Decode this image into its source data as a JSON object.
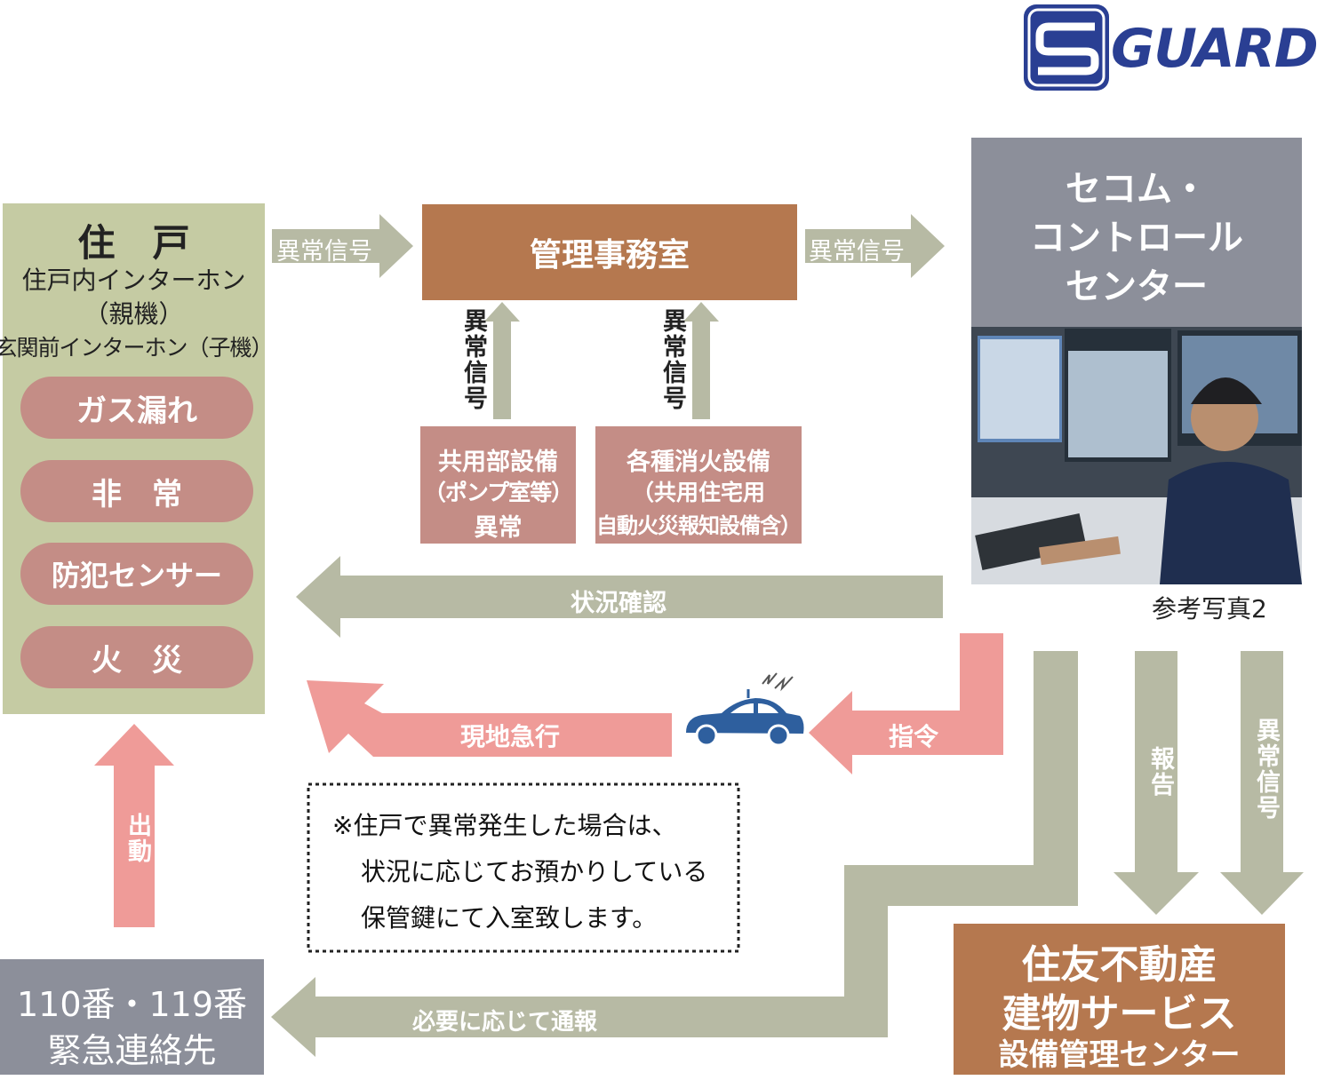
{
  "logo": {
    "text": "GUARD",
    "s": "S"
  },
  "residence": {
    "title": "住　戸",
    "line1": "住戸内インターホン",
    "line2": "（親機）",
    "line3": "玄関前インターホン（子機）",
    "items": [
      "ガス漏れ",
      "非　常",
      "防犯センサー",
      "火　災"
    ]
  },
  "management": {
    "title": "管理事務室"
  },
  "secom": {
    "line1": "セコム・",
    "line2": "コントロール",
    "line3": "センター",
    "photo_caption": "参考写真2"
  },
  "equipment": {
    "common": {
      "line1": "共用部設備",
      "line2": "（ポンプ室等）",
      "line3": "異常"
    },
    "fire": {
      "line1": "各種消火設備",
      "line2": "（共用住宅用",
      "line3": "自動火災報知設備含）"
    }
  },
  "arrows": {
    "signal_left": "異常信号",
    "signal_right": "異常信号",
    "signal_up1": "異常信号",
    "signal_up2": "異常信号",
    "status_check": "状況確認",
    "command": "指令",
    "rush": "現地急行",
    "dispatch": "出動",
    "report": "報告",
    "signal_down": "異常信号",
    "notify": "必要に応じて通報"
  },
  "note": {
    "line1": "※住戸で異常発生した場合は、",
    "line2": "状況に応じてお預かりしている",
    "line3": "保管鍵にて入室致します。"
  },
  "emergency": {
    "line1": "110番・119番",
    "line2": "緊急連絡先"
  },
  "sumitomo": {
    "line1": "住友不動産",
    "line2": "建物サービス",
    "line3": "設備管理センター"
  },
  "colors": {
    "green_box": "#c5cba3",
    "pill": "#c48d86",
    "brown": "#b5784f",
    "equipment": "#c48d86",
    "gray_box": "#8c8f9a",
    "gray_arrow": "#b7baa4",
    "pink_arrow": "#ef9b98",
    "logo_blue": "#2a3f93"
  }
}
